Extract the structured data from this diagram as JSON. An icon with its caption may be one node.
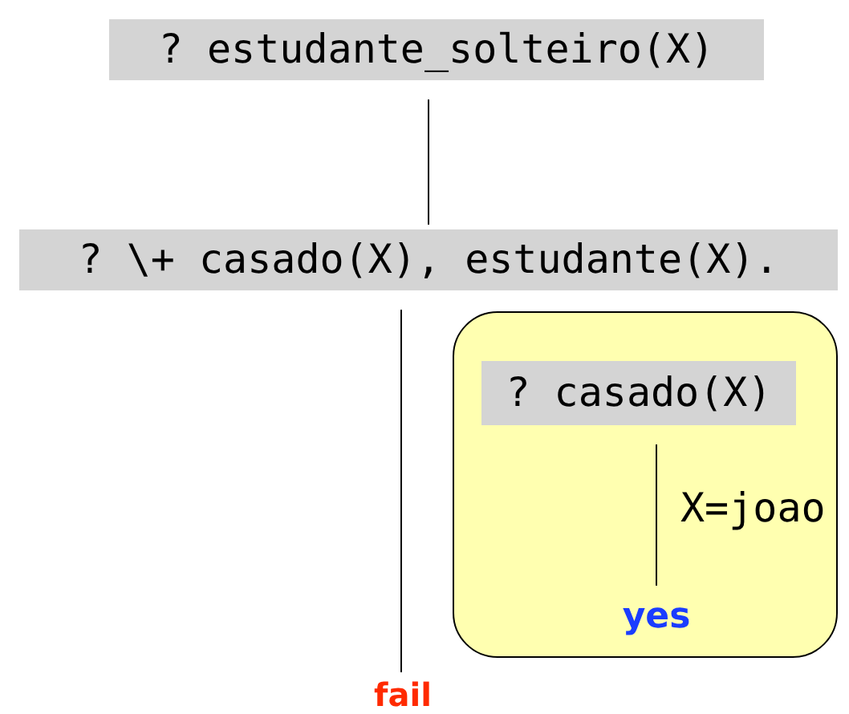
{
  "diagram": {
    "nodes": [
      {
        "text": [
          "? estudante_solteiro(X)"
        ]
      },
      {
        "text": [
          "? \\+ casado(X), estudante(X)."
        ]
      },
      {
        "text": [],
        "shape": "box"
      },
      {
        "text": [
          "? casado(X)"
        ],
        "in": 2
      },
      {
        "text": [
          "yes"
        ],
        "in": 2
      },
      {
        "text": [
          "fail"
        ]
      }
    ],
    "edges": [
      {
        "from": 0,
        "to": 1,
        "arrow": "none"
      },
      {
        "from": 1,
        "to": 5,
        "arrow": "none"
      },
      {
        "from": 3,
        "to": 4,
        "arrow": "none",
        "label": "X=joao"
      }
    ]
  }
}
